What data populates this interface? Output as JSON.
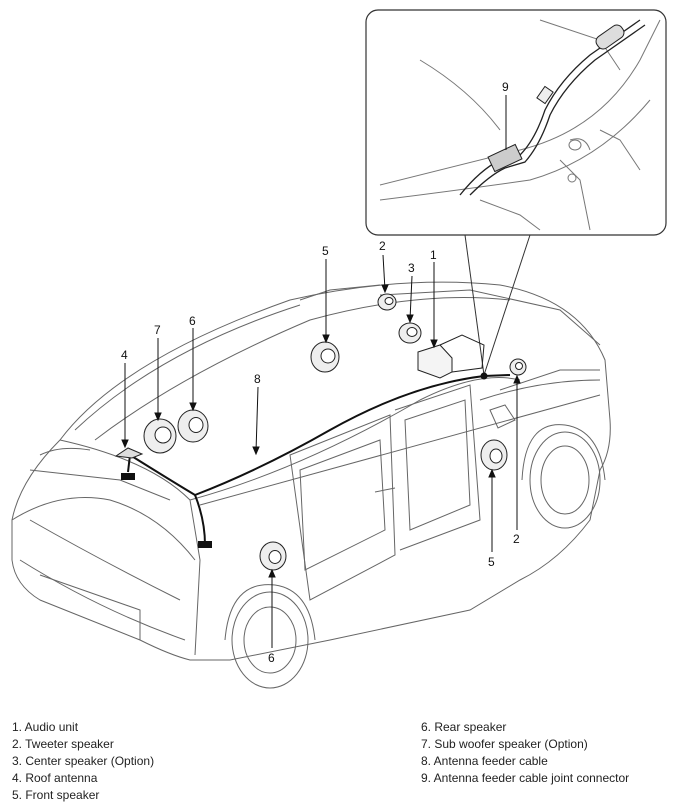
{
  "callouts": {
    "c1": "1",
    "c2a": "2",
    "c2b": "2",
    "c3": "3",
    "c4": "4",
    "c5a": "5",
    "c5b": "5",
    "c6a": "6",
    "c6b": "6",
    "c7": "7",
    "c8": "8",
    "c9": "9"
  },
  "legend": {
    "left": [
      "1. Audio unit",
      "2. Tweeter speaker",
      "3. Center speaker (Option)",
      "4. Roof antenna",
      "5. Front speaker"
    ],
    "right": [
      "6. Rear speaker",
      "7. Sub woofer speaker (Option)",
      "8. Antenna feeder cable",
      "9. Antenna feeder cable joint connector"
    ]
  },
  "colors": {
    "line": "#555555",
    "cable": "#111111",
    "speaker_fill": "#eeeeee"
  }
}
